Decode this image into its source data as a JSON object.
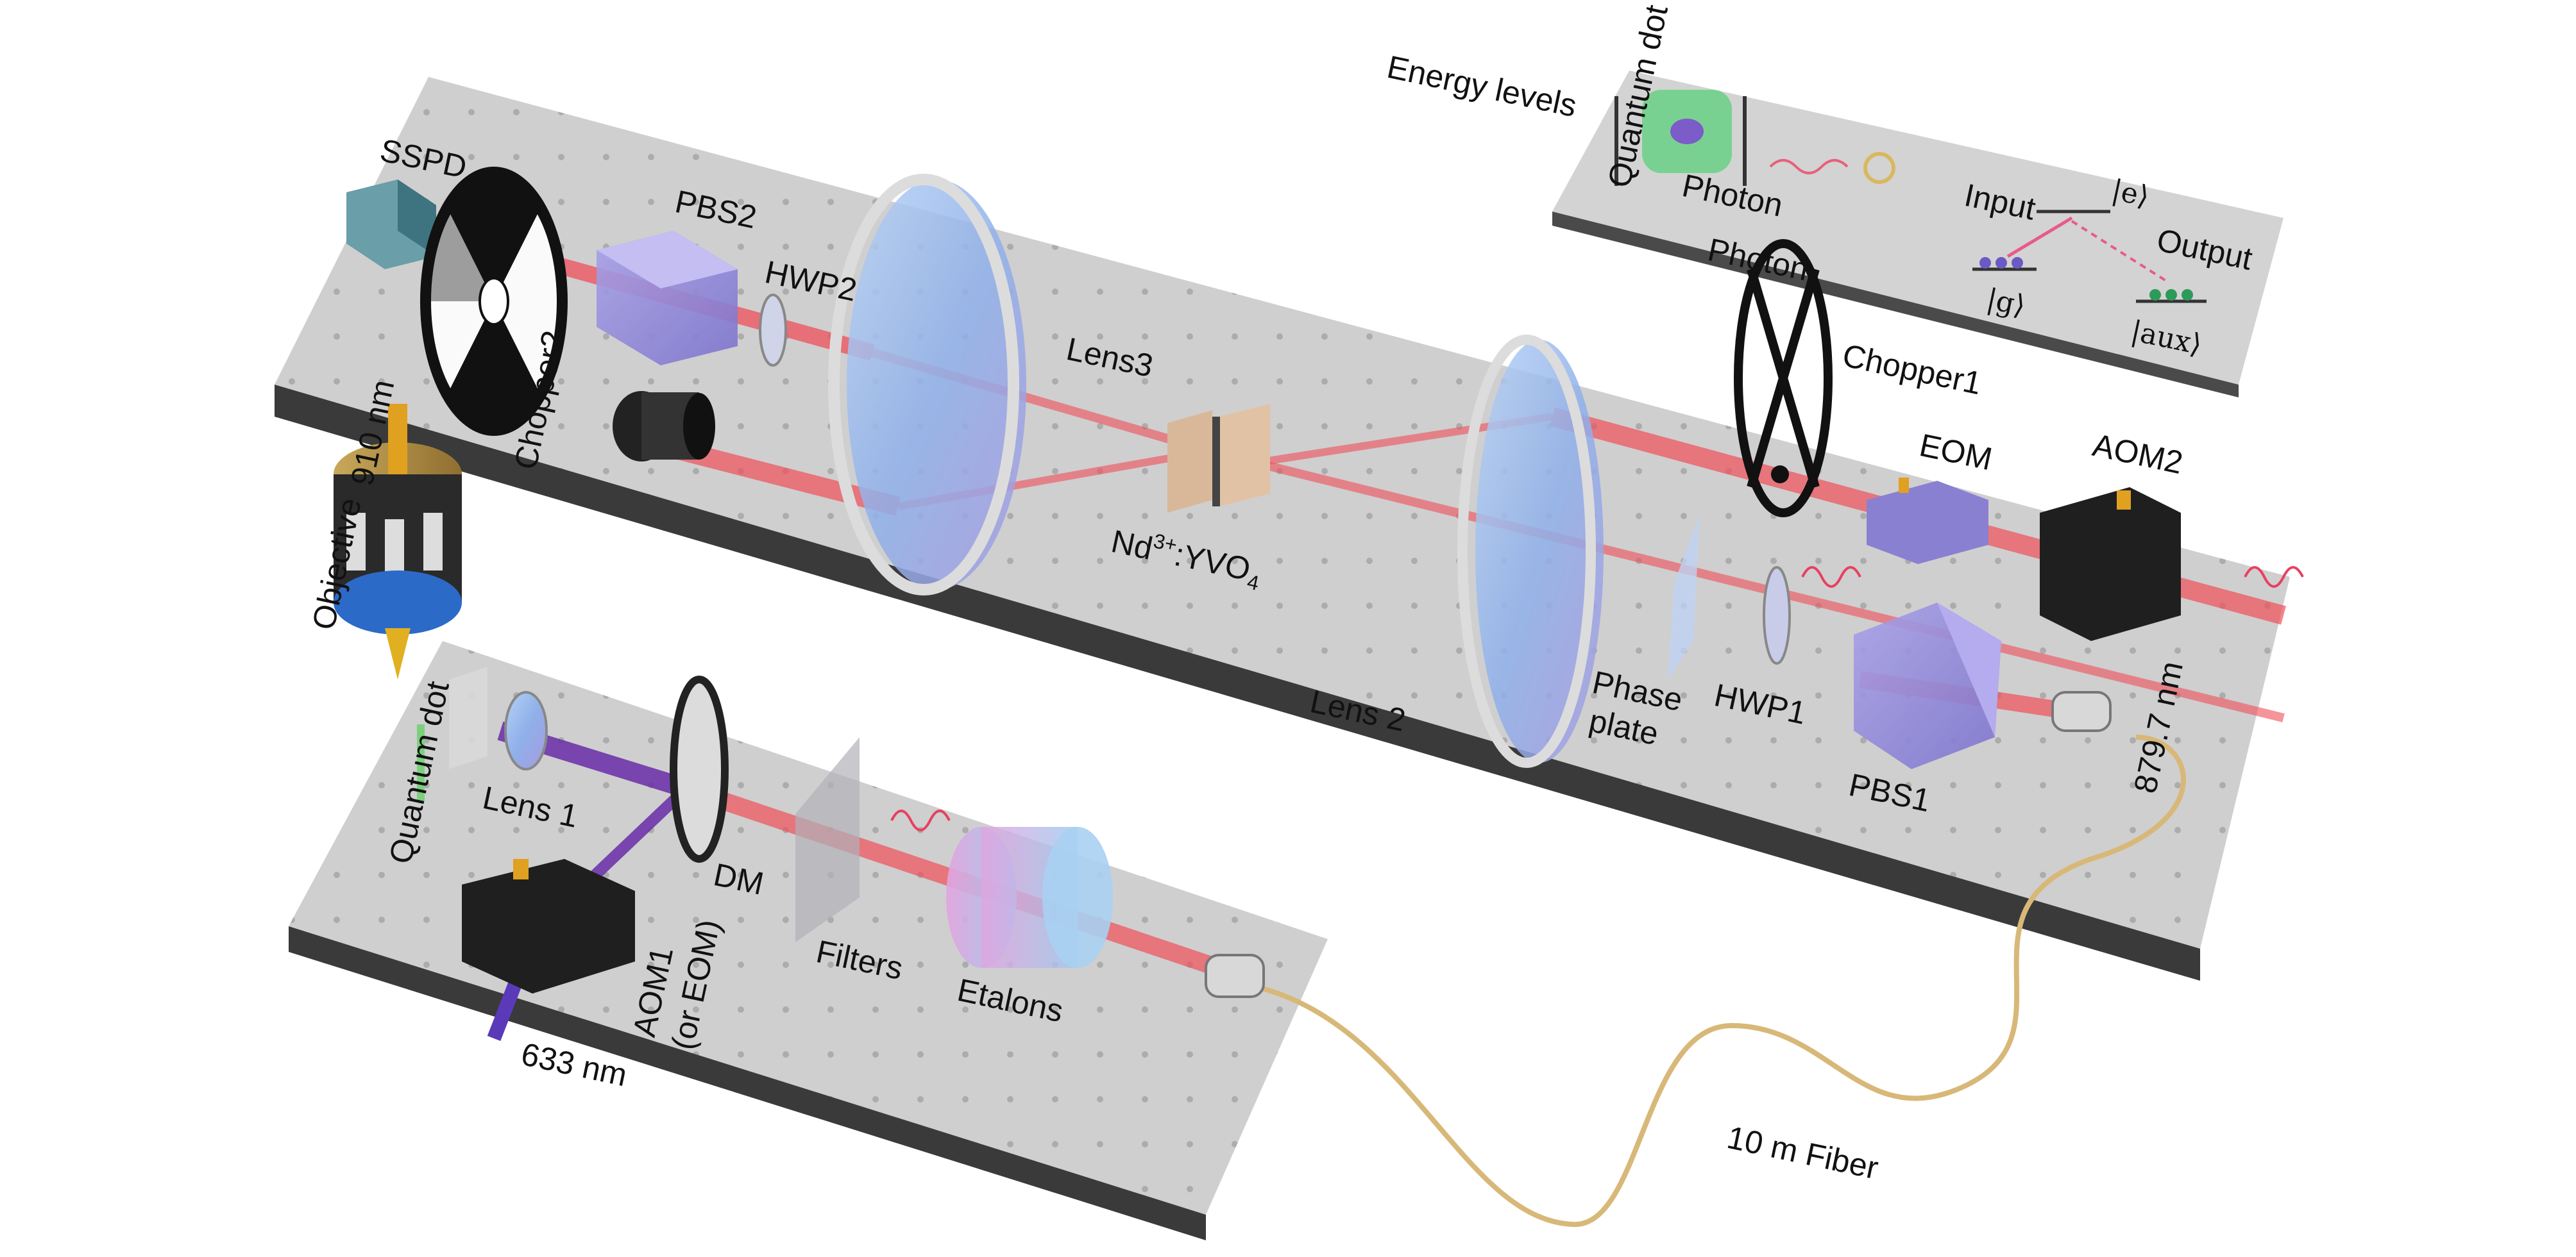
{
  "labels": {
    "sspd": "SSPD",
    "pbs2": "PBS2",
    "hwp2": "HWP2",
    "chopper2": "Chopper2",
    "lens3": "Lens3",
    "crystal_nd": "Nd",
    "crystal_sup": "3+",
    "crystal_rest": ":YVO",
    "crystal_sub": "4",
    "lens2": "Lens 2",
    "phase_plate_1": "Phase",
    "phase_plate_2": "plate",
    "hwp1": "HWP1",
    "pbs1": "PBS1",
    "chopper1": "Chopper1",
    "eom": "EOM",
    "aom2": "AOM2",
    "wl_879": "879.7 nm",
    "wl_910": "910 nm",
    "objective": "Objective",
    "quantum_dot": "Quantum dot",
    "lens1": "Lens 1",
    "dm": "DM",
    "filters": "Filters",
    "etalons": "Etalons",
    "aom1_1": "AOM1",
    "aom1_2": "(or EOM)",
    "wl_633": "633 nm",
    "fiber": "10 m Fiber"
  },
  "inset": {
    "title": "Energy levels",
    "quantum_dot": "Quantum dot",
    "photon_top": "Photon",
    "photon_bottom": "Photon",
    "input": "Input",
    "output": "Output",
    "level_e": "|e⟩",
    "level_g": "|g⟩",
    "level_aux": "|aux⟩"
  },
  "colors": {
    "table_top": "#cfcfcf",
    "table_edge": "#3a3a3a",
    "beam_red": "#f0505a",
    "beam_violet": "#6a2ca8",
    "fiber": "#d8b878",
    "lens_blue": "#8fb4e8"
  }
}
